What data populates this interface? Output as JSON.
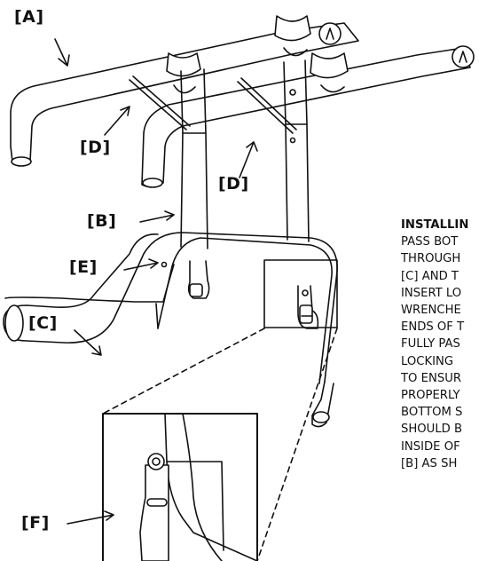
{
  "callouts": {
    "a": "[A]",
    "d_left": "[D]",
    "d_right": "[D]",
    "b": "[B]",
    "e": "[E]",
    "c": "[C]",
    "f": "[F]"
  },
  "instructions": {
    "heading": "INSTALLIN",
    "lines": [
      "PASS BOT",
      "THROUGH",
      "[C] AND T",
      "INSERT LO",
      "WRENCHE",
      "ENDS OF T",
      "FULLY PAS",
      "LOCKING",
      "TO ENSUR",
      "PROPERLY",
      "BOTTOM S",
      "SHOULD B",
      "INSIDE OF",
      "[B] AS SH"
    ]
  },
  "colors": {
    "ink": "#111111",
    "paper": "#ffffff",
    "shade": "#dcdcdc"
  },
  "icons": [
    "bike-cradle-icon",
    "allen-wrench-icon",
    "locking-pin-icon"
  ]
}
